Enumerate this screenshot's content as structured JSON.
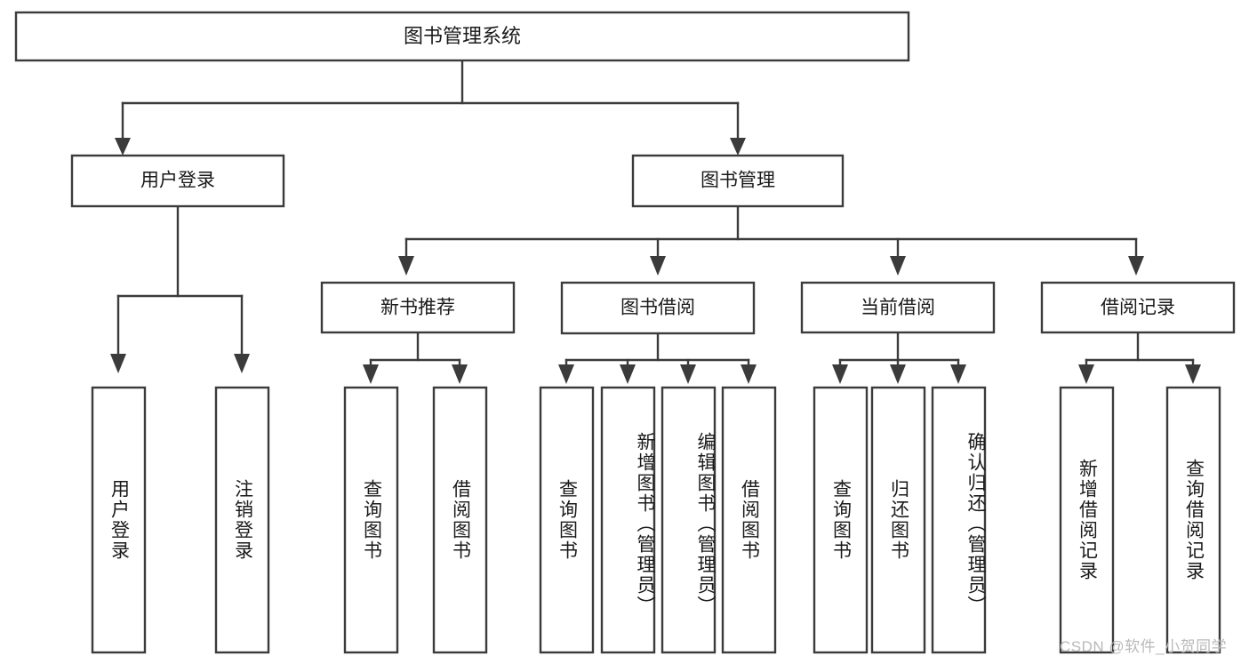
{
  "diagram": {
    "type": "tree-hierarchy",
    "orientation": "top-down",
    "title_node": "图书管理系统",
    "colors": {
      "box_stroke": "#3b3b3b",
      "box_fill": "#ffffff",
      "connector": "#3b3b3b",
      "text": "#1a1a1a",
      "watermark": "#b9b9b9",
      "background": "#ffffff"
    },
    "levels": {
      "level0": [
        "图书管理系统"
      ],
      "level1": [
        "用户登录",
        "图书管理"
      ],
      "level2": [
        "新书推荐",
        "图书借阅",
        "当前借阅",
        "借阅记录"
      ],
      "level3": [
        "用户登录",
        "注销登录",
        "查询图书",
        "借阅图书",
        "查询图书",
        "新增图书（管理员）",
        "编辑图书（管理员）",
        "借阅图书",
        "查询图书",
        "归还图书",
        "确认归还（管理员）",
        "新增借阅记录",
        "查询借阅记录"
      ]
    },
    "nodes": {
      "root": {
        "label": "图书管理系统"
      },
      "user_login": {
        "label": "用户登录"
      },
      "book_manage": {
        "label": "图书管理"
      },
      "new_book_rec": {
        "label": "新书推荐"
      },
      "book_borrow": {
        "label": "图书借阅"
      },
      "current_borrow": {
        "label": "当前借阅"
      },
      "borrow_record": {
        "label": "借阅记录"
      },
      "leaf_user_login": {
        "label": "用户登录"
      },
      "leaf_logout": {
        "label": "注销登录"
      },
      "leaf_query_book_1": {
        "label": "查询图书"
      },
      "leaf_borrow_book_1": {
        "label": "借阅图书"
      },
      "leaf_query_book_2": {
        "label": "查询图书"
      },
      "leaf_add_book": {
        "label": "新增图书（管理员）"
      },
      "leaf_edit_book": {
        "label": "编辑图书（管理员）"
      },
      "leaf_borrow_book_2": {
        "label": "借阅图书"
      },
      "leaf_query_book_3": {
        "label": "查询图书"
      },
      "leaf_return_book": {
        "label": "归还图书"
      },
      "leaf_confirm_return": {
        "label": "确认归还（管理员）"
      },
      "leaf_add_record": {
        "label": "新增借阅记录"
      },
      "leaf_query_record": {
        "label": "查询借阅记录"
      }
    },
    "edges": [
      {
        "from": "图书管理系统",
        "to": "用户登录"
      },
      {
        "from": "图书管理系统",
        "to": "图书管理"
      },
      {
        "from": "用户登录",
        "to": "用户登录"
      },
      {
        "from": "用户登录",
        "to": "注销登录"
      },
      {
        "from": "图书管理",
        "to": "新书推荐"
      },
      {
        "from": "图书管理",
        "to": "图书借阅"
      },
      {
        "from": "图书管理",
        "to": "当前借阅"
      },
      {
        "from": "图书管理",
        "to": "借阅记录"
      },
      {
        "from": "新书推荐",
        "to": "查询图书"
      },
      {
        "from": "新书推荐",
        "to": "借阅图书"
      },
      {
        "from": "图书借阅",
        "to": "查询图书"
      },
      {
        "from": "图书借阅",
        "to": "新增图书（管理员）"
      },
      {
        "from": "图书借阅",
        "to": "编辑图书（管理员）"
      },
      {
        "from": "图书借阅",
        "to": "借阅图书"
      },
      {
        "from": "当前借阅",
        "to": "查询图书"
      },
      {
        "from": "当前借阅",
        "to": "归还图书"
      },
      {
        "from": "当前借阅",
        "to": "确认归还（管理员）"
      },
      {
        "from": "借阅记录",
        "to": "新增借阅记录"
      },
      {
        "from": "借阅记录",
        "to": "查询借阅记录"
      }
    ]
  },
  "watermark": {
    "text": "CSDN @软件_小贺同学"
  }
}
